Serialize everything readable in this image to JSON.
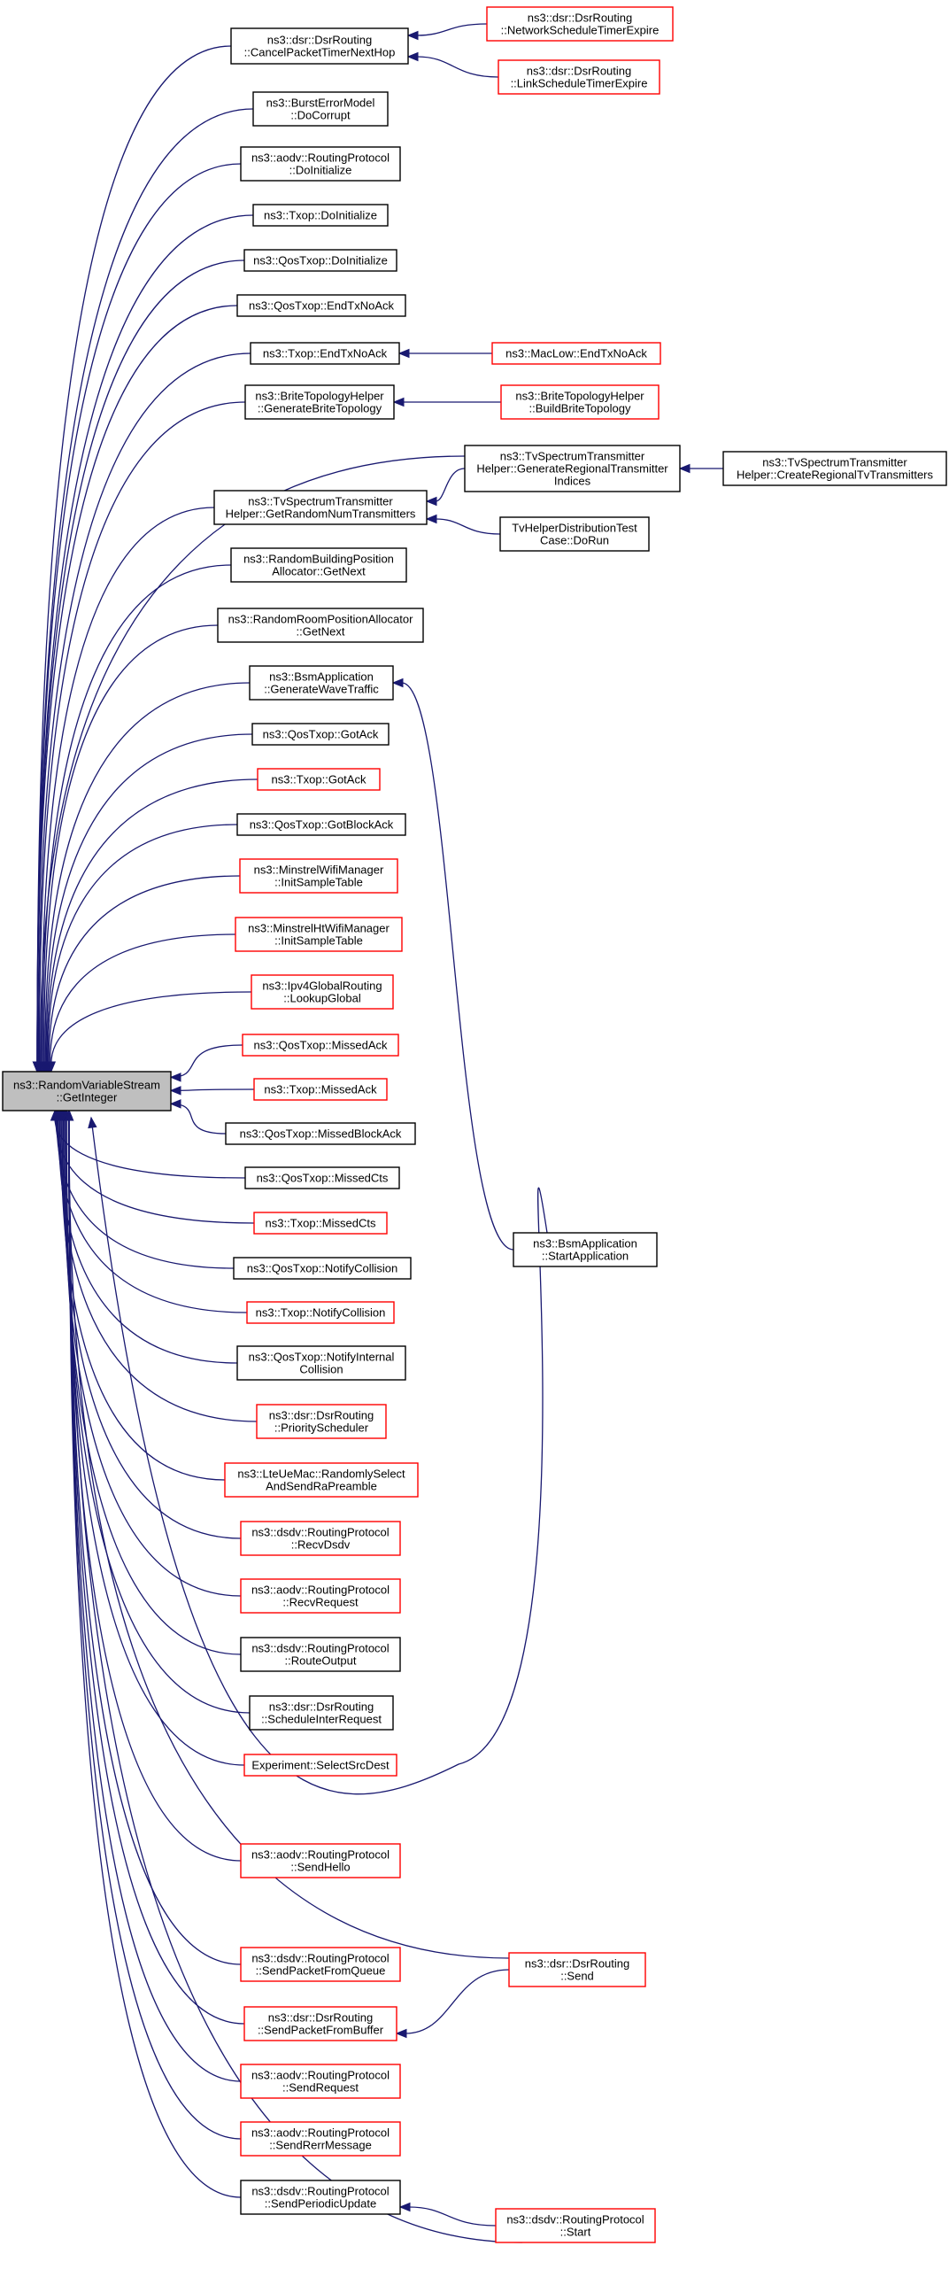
{
  "graph": {
    "edge_color": "#191970",
    "root": {
      "id": "root",
      "lines": [
        "ns3::RandomVariableStream",
        "::GetInteger"
      ],
      "border": "black",
      "fill": "#bfbfbf"
    },
    "nodes": [
      {
        "id": "cancel",
        "lines": [
          "ns3::dsr::DsrRouting",
          "::CancelPacketTimerNextHop"
        ],
        "border": "black"
      },
      {
        "id": "netsched",
        "lines": [
          "ns3::dsr::DsrRouting",
          "::NetworkScheduleTimerExpire"
        ],
        "border": "red"
      },
      {
        "id": "linksched",
        "lines": [
          "ns3::dsr::DsrRouting",
          "::LinkScheduleTimerExpire"
        ],
        "border": "red"
      },
      {
        "id": "burst",
        "lines": [
          "ns3::BurstErrorModel",
          "::DoCorrupt"
        ],
        "border": "black"
      },
      {
        "id": "aodvinit",
        "lines": [
          "ns3::aodv::RoutingProtocol",
          "::DoInitialize"
        ],
        "border": "black"
      },
      {
        "id": "txopinit",
        "lines": [
          "ns3::Txop::DoInitialize"
        ],
        "border": "black"
      },
      {
        "id": "qosinit",
        "lines": [
          "ns3::QosTxop::DoInitialize"
        ],
        "border": "black"
      },
      {
        "id": "qosendtx",
        "lines": [
          "ns3::QosTxop::EndTxNoAck"
        ],
        "border": "black"
      },
      {
        "id": "txopendtx",
        "lines": [
          "ns3::Txop::EndTxNoAck"
        ],
        "border": "black"
      },
      {
        "id": "maclow",
        "lines": [
          "ns3::MacLow::EndTxNoAck"
        ],
        "border": "red"
      },
      {
        "id": "britegen",
        "lines": [
          "ns3::BriteTopologyHelper",
          "::GenerateBriteTopology"
        ],
        "border": "black"
      },
      {
        "id": "britebuild",
        "lines": [
          "ns3::BriteTopologyHelper",
          "::BuildBriteTopology"
        ],
        "border": "red"
      },
      {
        "id": "tvgenreg",
        "lines": [
          "ns3::TvSpectrumTransmitter",
          "Helper::GenerateRegionalTransmitter",
          "Indices"
        ],
        "border": "black"
      },
      {
        "id": "tvcreate",
        "lines": [
          "ns3::TvSpectrumTransmitter",
          "Helper::CreateRegionalTvTransmitters"
        ],
        "border": "black"
      },
      {
        "id": "tvrandnum",
        "lines": [
          "ns3::TvSpectrumTransmitter",
          "Helper::GetRandomNumTransmitters"
        ],
        "border": "black"
      },
      {
        "id": "tvtest",
        "lines": [
          "TvHelperDistributionTest",
          "Case::DoRun"
        ],
        "border": "black"
      },
      {
        "id": "rbpos",
        "lines": [
          "ns3::RandomBuildingPosition",
          "Allocator::GetNext"
        ],
        "border": "black"
      },
      {
        "id": "rrpos",
        "lines": [
          "ns3::RandomRoomPositionAllocator",
          "::GetNext"
        ],
        "border": "black"
      },
      {
        "id": "bsmgen",
        "lines": [
          "ns3::BsmApplication",
          "::GenerateWaveTraffic"
        ],
        "border": "black"
      },
      {
        "id": "qosgotack",
        "lines": [
          "ns3::QosTxop::GotAck"
        ],
        "border": "black"
      },
      {
        "id": "txopgotack",
        "lines": [
          "ns3::Txop::GotAck"
        ],
        "border": "red"
      },
      {
        "id": "qosgotblock",
        "lines": [
          "ns3::QosTxop::GotBlockAck"
        ],
        "border": "black"
      },
      {
        "id": "minstrel",
        "lines": [
          "ns3::MinstrelWifiManager",
          "::InitSampleTable"
        ],
        "border": "red"
      },
      {
        "id": "minstrelht",
        "lines": [
          "ns3::MinstrelHtWifiManager",
          "::InitSampleTable"
        ],
        "border": "red"
      },
      {
        "id": "ipv4lookup",
        "lines": [
          "ns3::Ipv4GlobalRouting",
          "::LookupGlobal"
        ],
        "border": "red"
      },
      {
        "id": "qosmissedack",
        "lines": [
          "ns3::QosTxop::MissedAck"
        ],
        "border": "red"
      },
      {
        "id": "txopmissedack",
        "lines": [
          "ns3::Txop::MissedAck"
        ],
        "border": "red"
      },
      {
        "id": "qosmissedblock",
        "lines": [
          "ns3::QosTxop::MissedBlockAck"
        ],
        "border": "black"
      },
      {
        "id": "qosmissedcts",
        "lines": [
          "ns3::QosTxop::MissedCts"
        ],
        "border": "black"
      },
      {
        "id": "txopmissedcts",
        "lines": [
          "ns3::Txop::MissedCts"
        ],
        "border": "red"
      },
      {
        "id": "bsmstart",
        "lines": [
          "ns3::BsmApplication",
          "::StartApplication"
        ],
        "border": "black"
      },
      {
        "id": "qosnotify",
        "lines": [
          "ns3::QosTxop::NotifyCollision"
        ],
        "border": "black"
      },
      {
        "id": "txopnotify",
        "lines": [
          "ns3::Txop::NotifyCollision"
        ],
        "border": "red"
      },
      {
        "id": "qosnotifyint",
        "lines": [
          "ns3::QosTxop::NotifyInternal",
          "Collision"
        ],
        "border": "black"
      },
      {
        "id": "dsrprio",
        "lines": [
          "ns3::dsr::DsrRouting",
          "::PriorityScheduler"
        ],
        "border": "red"
      },
      {
        "id": "lteue",
        "lines": [
          "ns3::LteUeMac::RandomlySelect",
          "AndSendRaPreamble"
        ],
        "border": "red"
      },
      {
        "id": "dsdvrecv",
        "lines": [
          "ns3::dsdv::RoutingProtocol",
          "::RecvDsdv"
        ],
        "border": "red"
      },
      {
        "id": "aodvrecv",
        "lines": [
          "ns3::aodv::RoutingProtocol",
          "::RecvRequest"
        ],
        "border": "red"
      },
      {
        "id": "dsdvroute",
        "lines": [
          "ns3::dsdv::RoutingProtocol",
          "::RouteOutput"
        ],
        "border": "black"
      },
      {
        "id": "dsrsched",
        "lines": [
          "ns3::dsr::DsrRouting",
          "::ScheduleInterRequest"
        ],
        "border": "black"
      },
      {
        "id": "experiment",
        "lines": [
          "Experiment::SelectSrcDest"
        ],
        "border": "red"
      },
      {
        "id": "aodvhello",
        "lines": [
          "ns3::aodv::RoutingProtocol",
          "::SendHello"
        ],
        "border": "red"
      },
      {
        "id": "dsrsend",
        "lines": [
          "ns3::dsr::DsrRouting",
          "::Send"
        ],
        "border": "red"
      },
      {
        "id": "dsdvqueue",
        "lines": [
          "ns3::dsdv::RoutingProtocol",
          "::SendPacketFromQueue"
        ],
        "border": "red"
      },
      {
        "id": "dsrbuffer",
        "lines": [
          "ns3::dsr::DsrRouting",
          "::SendPacketFromBuffer"
        ],
        "border": "red"
      },
      {
        "id": "aodvsendreq",
        "lines": [
          "ns3::aodv::RoutingProtocol",
          "::SendRequest"
        ],
        "border": "red"
      },
      {
        "id": "aodvrerr",
        "lines": [
          "ns3::aodv::RoutingProtocol",
          "::SendRerrMessage"
        ],
        "border": "red"
      },
      {
        "id": "dsdvperiodic",
        "lines": [
          "ns3::dsdv::RoutingProtocol",
          "::SendPeriodicUpdate"
        ],
        "border": "black"
      },
      {
        "id": "dsdvstart",
        "lines": [
          "ns3::dsdv::RoutingProtocol",
          "::Start"
        ],
        "border": "red"
      }
    ],
    "edges": [
      {
        "from": "cancel",
        "to": "root"
      },
      {
        "from": "burst",
        "to": "root"
      },
      {
        "from": "aodvinit",
        "to": "root"
      },
      {
        "from": "txopinit",
        "to": "root"
      },
      {
        "from": "qosinit",
        "to": "root"
      },
      {
        "from": "qosendtx",
        "to": "root"
      },
      {
        "from": "txopendtx",
        "to": "root"
      },
      {
        "from": "britegen",
        "to": "root"
      },
      {
        "from": "tvgenreg",
        "to": "root"
      },
      {
        "from": "tvrandnum",
        "to": "root"
      },
      {
        "from": "rbpos",
        "to": "root"
      },
      {
        "from": "rrpos",
        "to": "root"
      },
      {
        "from": "bsmgen",
        "to": "root"
      },
      {
        "from": "qosgotack",
        "to": "root"
      },
      {
        "from": "txopgotack",
        "to": "root"
      },
      {
        "from": "qosgotblock",
        "to": "root"
      },
      {
        "from": "minstrel",
        "to": "root"
      },
      {
        "from": "minstrelht",
        "to": "root"
      },
      {
        "from": "ipv4lookup",
        "to": "root"
      },
      {
        "from": "qosmissedack",
        "to": "root"
      },
      {
        "from": "txopmissedack",
        "to": "root"
      },
      {
        "from": "qosmissedblock",
        "to": "root"
      },
      {
        "from": "qosmissedcts",
        "to": "root"
      },
      {
        "from": "txopmissedcts",
        "to": "root"
      },
      {
        "from": "qosnotify",
        "to": "root"
      },
      {
        "from": "txopnotify",
        "to": "root"
      },
      {
        "from": "qosnotifyint",
        "to": "root"
      },
      {
        "from": "dsrprio",
        "to": "root"
      },
      {
        "from": "lteue",
        "to": "root"
      },
      {
        "from": "dsdvrecv",
        "to": "root"
      },
      {
        "from": "aodvrecv",
        "to": "root"
      },
      {
        "from": "dsdvroute",
        "to": "root"
      },
      {
        "from": "dsrsched",
        "to": "root"
      },
      {
        "from": "experiment",
        "to": "root"
      },
      {
        "from": "bsmstart",
        "to": "root"
      },
      {
        "from": "aodvhello",
        "to": "root"
      },
      {
        "from": "dsrsend",
        "to": "root"
      },
      {
        "from": "dsdvqueue",
        "to": "root"
      },
      {
        "from": "dsrbuffer",
        "to": "root"
      },
      {
        "from": "aodvsendreq",
        "to": "root"
      },
      {
        "from": "aodvrerr",
        "to": "root"
      },
      {
        "from": "dsdvperiodic",
        "to": "root"
      },
      {
        "from": "dsdvstart",
        "to": "root"
      },
      {
        "from": "netsched",
        "to": "cancel"
      },
      {
        "from": "linksched",
        "to": "cancel"
      },
      {
        "from": "maclow",
        "to": "txopendtx"
      },
      {
        "from": "britebuild",
        "to": "britegen"
      },
      {
        "from": "tvcreate",
        "to": "tvgenreg"
      },
      {
        "from": "tvgenreg",
        "to": "tvrandnum"
      },
      {
        "from": "tvtest",
        "to": "tvrandnum"
      },
      {
        "from": "bsmstart",
        "to": "bsmgen"
      },
      {
        "from": "dsrsend",
        "to": "dsrbuffer"
      },
      {
        "from": "dsdvstart",
        "to": "dsdvperiodic"
      }
    ]
  }
}
